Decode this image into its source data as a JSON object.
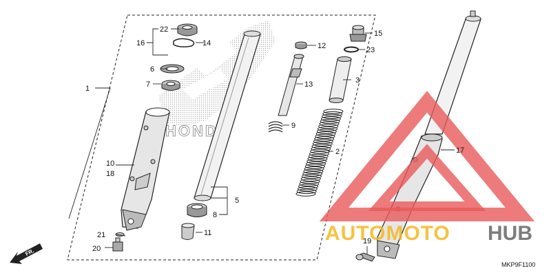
{
  "diagram": {
    "code": "MKP9F1100",
    "direction_label": "FR.",
    "part_numbers": {
      "p1": "1",
      "p2": "2",
      "p3": "3",
      "p5": "5",
      "p6": "6",
      "p7": "7",
      "p8": "8",
      "p9": "9",
      "p10": "10",
      "p11": "11",
      "p12": "12",
      "p13": "13",
      "p14": "14",
      "p15": "15",
      "p16": "16",
      "p17": "17",
      "p18": "18",
      "p19": "19",
      "p20": "20",
      "p21": "21",
      "p22": "22",
      "p23": "23"
    }
  },
  "watermark": {
    "brand_left": "AUTOMOTO",
    "brand_right": "HUB",
    "brand_color": "#f5b820",
    "brand_color_dark": "#707070",
    "triangle_color": "#e85a5a"
  },
  "background_logo": {
    "text": "HONDA"
  }
}
